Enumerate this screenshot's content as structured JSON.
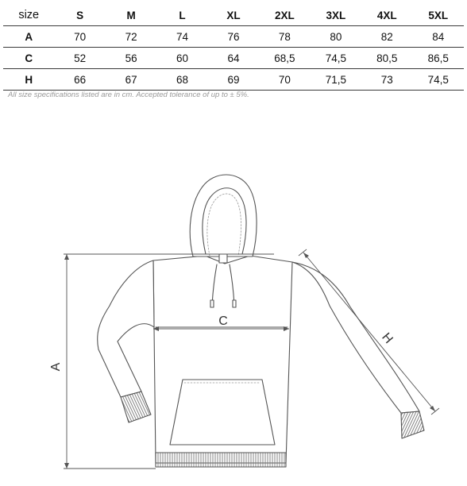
{
  "table": {
    "header": [
      "size",
      "S",
      "M",
      "L",
      "XL",
      "2XL",
      "3XL",
      "4XL",
      "5XL"
    ],
    "rows": [
      {
        "label": "A",
        "values": [
          "70",
          "72",
          "74",
          "76",
          "78",
          "80",
          "82",
          "84"
        ]
      },
      {
        "label": "C",
        "values": [
          "52",
          "56",
          "60",
          "64",
          "68,5",
          "74,5",
          "80,5",
          "86,5"
        ]
      },
      {
        "label": "H",
        "values": [
          "66",
          "67",
          "68",
          "69",
          "70",
          "71,5",
          "73",
          "74,5"
        ]
      }
    ]
  },
  "note": "All size specifications listed are in cm. Accepted tolerance of up to ± 5%.",
  "diagram": {
    "label_a": "A",
    "label_c": "C",
    "label_h": "H",
    "line_color": "#555555",
    "rib_color": "#777777"
  }
}
